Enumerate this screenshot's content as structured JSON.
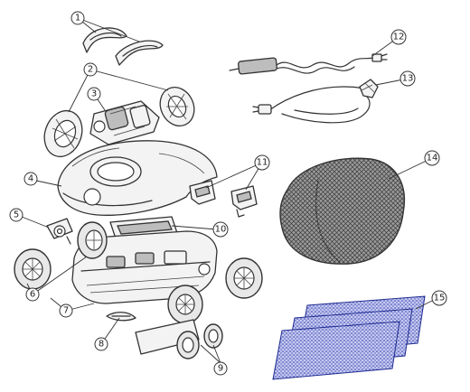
{
  "callouts": [
    {
      "id": "1",
      "label": "1"
    },
    {
      "id": "2",
      "label": "2"
    },
    {
      "id": "3",
      "label": "3"
    },
    {
      "id": "4",
      "label": "4"
    },
    {
      "id": "5",
      "label": "5"
    },
    {
      "id": "6",
      "label": "6"
    },
    {
      "id": "7",
      "label": "7"
    },
    {
      "id": "8",
      "label": "8"
    },
    {
      "id": "9",
      "label": "9"
    },
    {
      "id": "10",
      "label": "10"
    },
    {
      "id": "11",
      "label": "11"
    },
    {
      "id": "12",
      "label": "12"
    },
    {
      "id": "13",
      "label": "13"
    },
    {
      "id": "14",
      "label": "14"
    },
    {
      "id": "15",
      "label": "15"
    }
  ],
  "colors": {
    "stroke": "#333333",
    "part_fill": "#f3f3f3",
    "mesh_bag": "#555555",
    "filter_blue": "#2233aa"
  }
}
